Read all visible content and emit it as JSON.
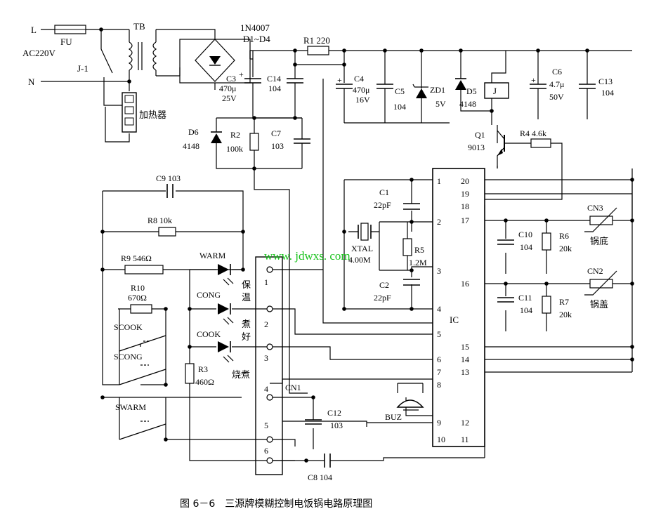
{
  "caption": "图 6－6　三源牌模糊控制电饭锅电路原理图",
  "watermark": "www. jdwxs. com",
  "mains": {
    "line": "L",
    "neutral": "N",
    "voltage": "AC220V",
    "fuse": "FU",
    "relay_contact": "J-1",
    "transformer": "TB",
    "heater": "加热器"
  },
  "bridge": {
    "part": "1N4007",
    "ref": "D1~D4"
  },
  "parts": {
    "R1": "R1 220",
    "C3": [
      "C3",
      "470μ",
      "25V"
    ],
    "C14": [
      "C14",
      "104"
    ],
    "C4": [
      "C4",
      "470μ",
      "16V"
    ],
    "C5": [
      "C5",
      "104"
    ],
    "ZD1": [
      "ZD1",
      "5V"
    ],
    "D5": [
      "D5",
      "4148"
    ],
    "J": "J",
    "C6": [
      "C6",
      "4.7μ",
      "50V"
    ],
    "C13": [
      "C13",
      "104"
    ],
    "D6": [
      "D6",
      "4148"
    ],
    "R2": [
      "R2",
      "100k"
    ],
    "C7": [
      "C7",
      "103"
    ],
    "Q1": [
      "Q1",
      "9013"
    ],
    "R4": "R4  4.6k",
    "C9": "C9  103",
    "R8": "R8  10k",
    "R9": "R9 546Ω",
    "R10": [
      "R10",
      "670Ω"
    ],
    "R3": [
      "R3",
      "460Ω"
    ],
    "C1": [
      "C1",
      "22pF"
    ],
    "C2": [
      "C2",
      "22pF"
    ],
    "XTAL": [
      "XTAL",
      "4.00M"
    ],
    "R5": [
      "R5",
      "1.2M"
    ],
    "C10": [
      "C10",
      "104"
    ],
    "R6": [
      "R6",
      "20k"
    ],
    "C11": [
      "C11",
      "104"
    ],
    "R7": [
      "R7",
      "20k"
    ],
    "C12": [
      "C12",
      "103"
    ],
    "C8": "C8  104",
    "BUZ": "BUZ",
    "IC": "IC"
  },
  "leds": [
    {
      "name": "WARM",
      "label": [
        "保",
        "温"
      ]
    },
    {
      "name": "CONG",
      "label": [
        "煮",
        "好"
      ]
    },
    {
      "name": "COOK",
      "label": [
        "烧煮"
      ]
    }
  ],
  "switches": [
    "SCOOK",
    "SCONG",
    "SWARM"
  ],
  "sensors": [
    {
      "ref": "CN3",
      "label": "锅底"
    },
    {
      "ref": "CN2",
      "label": "锅盖"
    }
  ],
  "connector": {
    "ref": "CN1",
    "pins": [
      "1",
      "2",
      "3",
      "4",
      "5",
      "6"
    ]
  },
  "ic_pins_left": [
    "1",
    "2",
    "3",
    "4",
    "5",
    "6",
    "7",
    "8",
    "9",
    "10"
  ],
  "ic_pins_right": [
    "20",
    "19",
    "18",
    "17",
    "16",
    "15",
    "14",
    "13",
    "12",
    "11"
  ]
}
